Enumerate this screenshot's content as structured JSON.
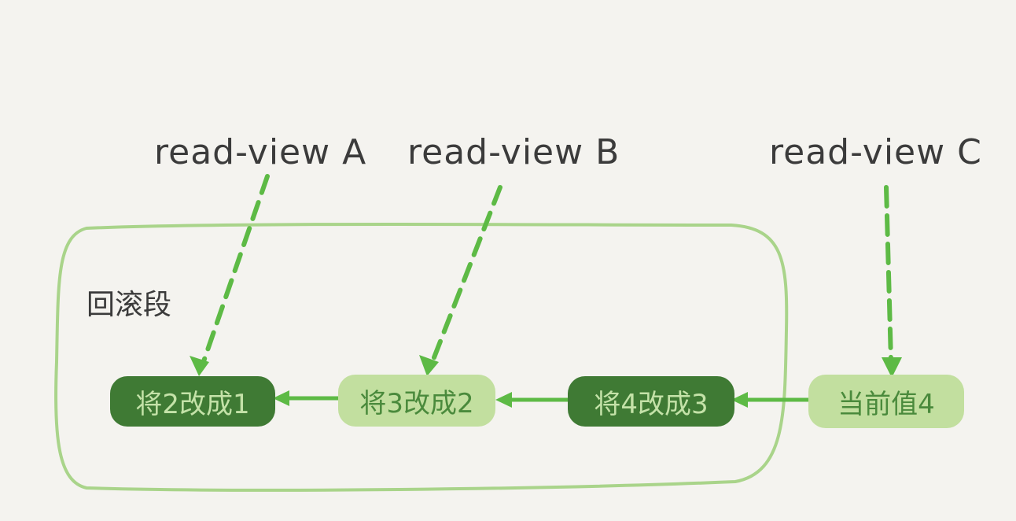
{
  "read_views": [
    {
      "label": "read-view A",
      "target_node": 0
    },
    {
      "label": "read-view B",
      "target_node": 1
    },
    {
      "label": "read-view C",
      "target_node": 3
    }
  ],
  "undo_segment": {
    "label": "回滚段"
  },
  "nodes": [
    {
      "label": "将2改成1",
      "style": "dark"
    },
    {
      "label": "将3改成2",
      "style": "light"
    },
    {
      "label": "将4改成3",
      "style": "dark"
    },
    {
      "label": "当前值4",
      "style": "light"
    }
  ],
  "colors": {
    "background": "#f4f3ef",
    "arrow_green": "#5dba45",
    "segment_outline": "#a9d48a",
    "node_dark": "#3f7a34",
    "node_dark_text": "#c4e2a8",
    "node_light": "#c2df9f",
    "node_light_text": "#4a8a3c",
    "text": "#3b3b3b"
  }
}
